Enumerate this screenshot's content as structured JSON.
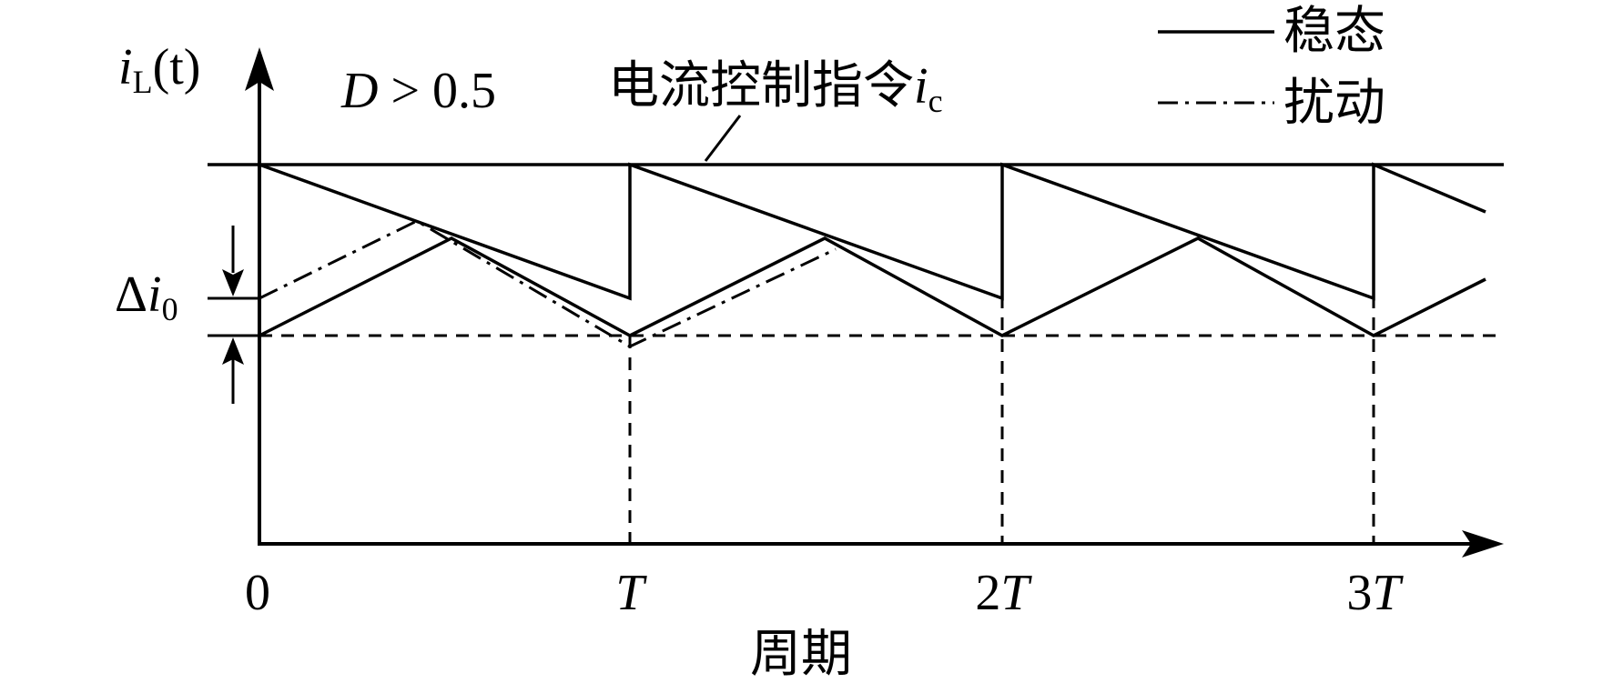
{
  "y_axis": {
    "var": "i",
    "sub": "L",
    "arg": "(t)"
  },
  "condition": {
    "var": "D",
    "rest": " > 0.5"
  },
  "command": {
    "text": "电流控制指令",
    "var": "i",
    "sub": "c"
  },
  "legend": {
    "steady": "稳态",
    "disturbance": "扰动"
  },
  "delta": {
    "sym": "Δ",
    "var": "i",
    "sub": "0"
  },
  "x_ticks": {
    "zero": "0",
    "t1": "T",
    "t2_pre": "2",
    "t2": "T",
    "t3_pre": "3",
    "t3": "T"
  },
  "x_title": "周期"
}
